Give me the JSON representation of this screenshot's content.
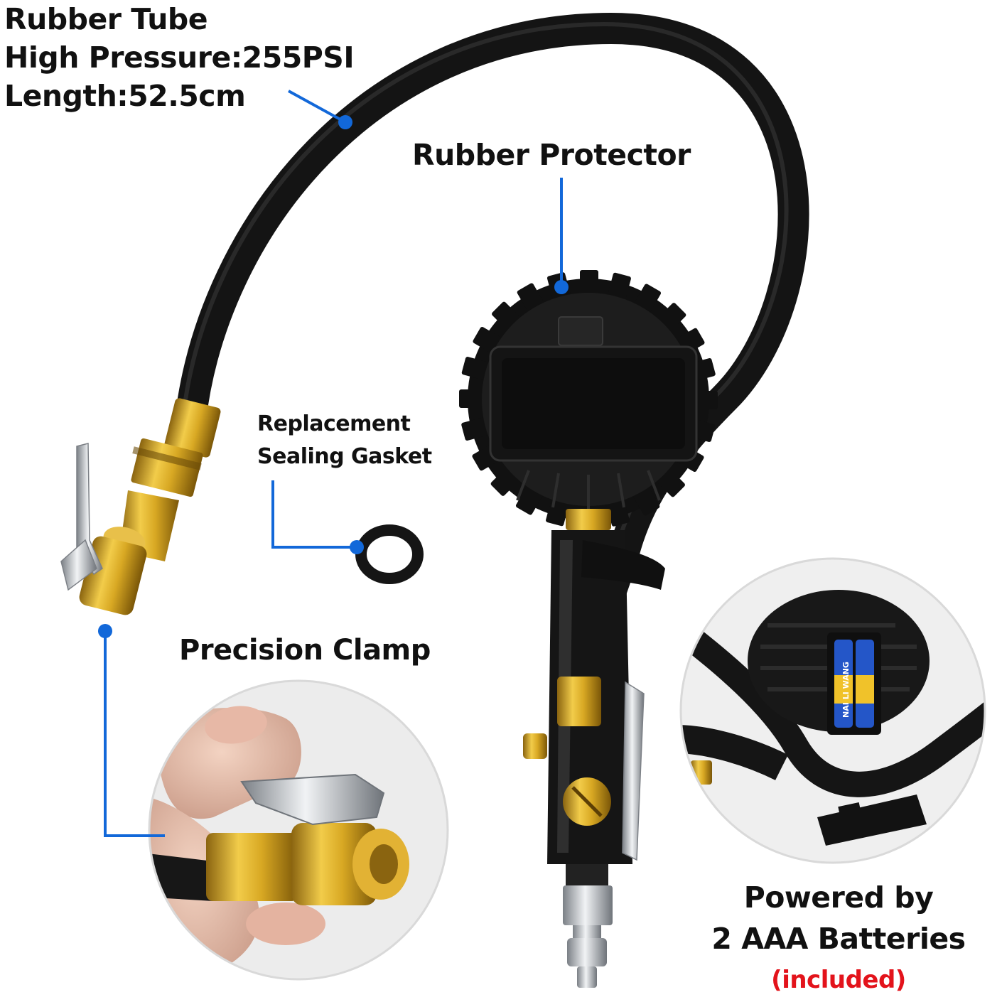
{
  "callouts": {
    "tube": {
      "title": "Rubber Tube",
      "pressure": "High Pressure:255PSI",
      "length": "Length:52.5cm"
    },
    "protector": "Rubber Protector",
    "gasket": {
      "line1": "Replacement",
      "line2": "Sealing Gasket"
    },
    "clamp": "Precision Clamp",
    "battery": {
      "line1": "Powered by",
      "line2": "2 AAA Batteries",
      "note": "(included)"
    },
    "battery_brand": "NAI LI WANG"
  },
  "colors": {
    "leader_line": "#1268d9",
    "hose": "#1b1b1b",
    "brass": "#d8a823",
    "note_red": "#e3131b",
    "chrome": "#c8ccd0"
  }
}
